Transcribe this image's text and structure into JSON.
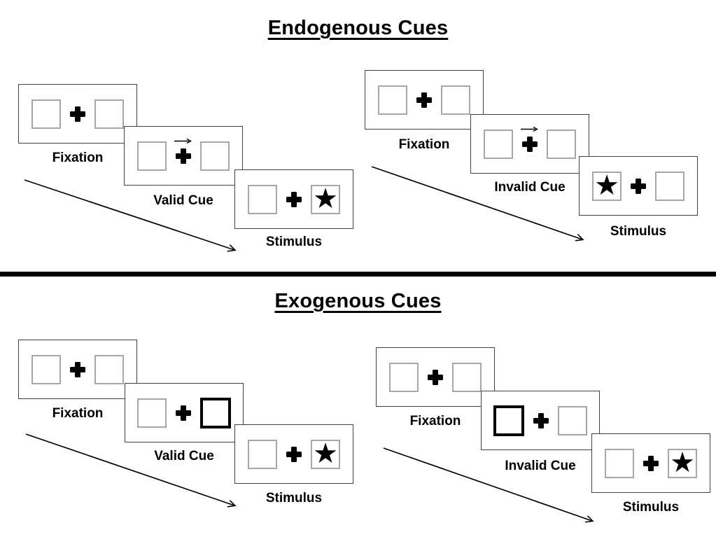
{
  "glyphs": {
    "star": "★"
  },
  "colors": {
    "ink": "#000000",
    "panel_border": "#404040",
    "box_border": "#a6a6a6"
  },
  "sections": [
    {
      "title": "Endogenous Cues",
      "trials": [
        {
          "name": "valid-trial",
          "steps": [
            {
              "label": "Fixation",
              "cue_arrow": false,
              "star_side": null,
              "bold_box_side": null
            },
            {
              "label": "Valid Cue",
              "cue_arrow": true,
              "cue_arrow_direction": "right",
              "star_side": null,
              "bold_box_side": null
            },
            {
              "label": "Stimulus",
              "cue_arrow": false,
              "star_side": "right",
              "bold_box_side": null
            }
          ]
        },
        {
          "name": "invalid-trial",
          "steps": [
            {
              "label": "Fixation",
              "cue_arrow": false,
              "star_side": null,
              "bold_box_side": null
            },
            {
              "label": "Invalid Cue",
              "cue_arrow": true,
              "cue_arrow_direction": "right",
              "star_side": null,
              "bold_box_side": null
            },
            {
              "label": "Stimulus",
              "cue_arrow": false,
              "star_side": "left",
              "bold_box_side": null
            }
          ]
        }
      ]
    },
    {
      "title": "Exogenous Cues",
      "trials": [
        {
          "name": "valid-trial",
          "steps": [
            {
              "label": "Fixation",
              "cue_arrow": false,
              "star_side": null,
              "bold_box_side": null
            },
            {
              "label": "Valid Cue",
              "cue_arrow": false,
              "star_side": null,
              "bold_box_side": "right"
            },
            {
              "label": "Stimulus",
              "cue_arrow": false,
              "star_side": "right",
              "bold_box_side": null
            }
          ]
        },
        {
          "name": "invalid-trial",
          "steps": [
            {
              "label": "Fixation",
              "cue_arrow": false,
              "star_side": null,
              "bold_box_side": null
            },
            {
              "label": "Invalid Cue",
              "cue_arrow": false,
              "star_side": null,
              "bold_box_side": "left"
            },
            {
              "label": "Stimulus",
              "cue_arrow": false,
              "star_side": "right",
              "bold_box_side": null
            }
          ]
        }
      ]
    }
  ]
}
